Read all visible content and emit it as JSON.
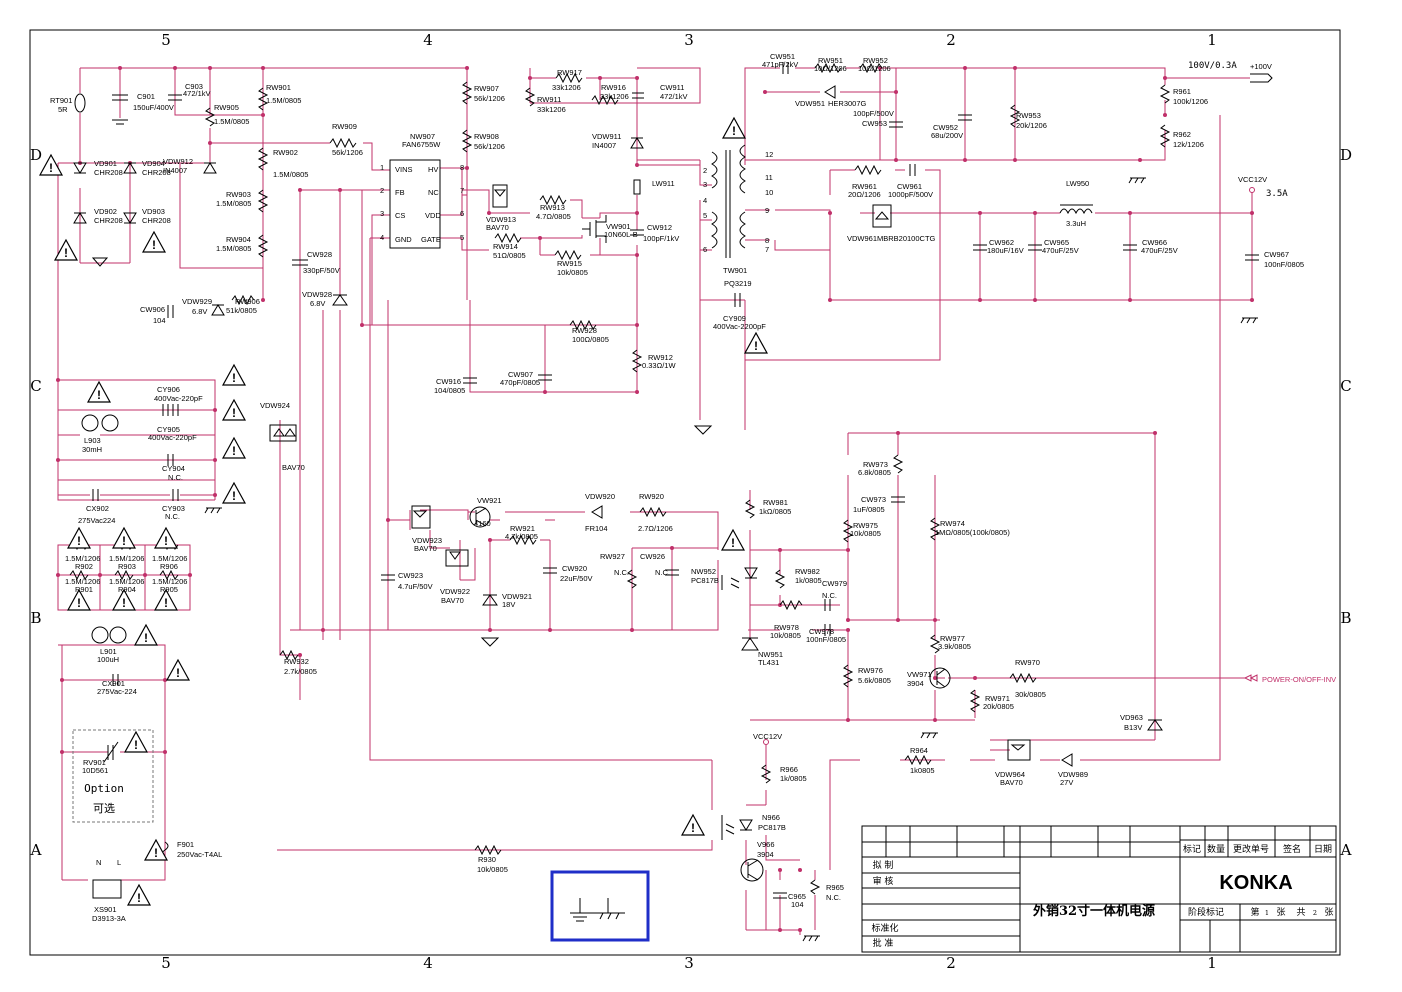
{
  "grid": {
    "columns": [
      "5",
      "4",
      "3",
      "2",
      "1"
    ],
    "rows": [
      "D",
      "C",
      "B",
      "A"
    ]
  },
  "option_box": {
    "text_en": "Option",
    "text_zh": "可选"
  },
  "title_block": {
    "header": [
      "标记",
      "数量",
      "更改单号",
      "签名",
      "日期"
    ],
    "roles": [
      "拟 制",
      "审 核",
      "标准化",
      "批 准"
    ],
    "title": "外销32寸一体机电源",
    "brand": "KONKA",
    "stage_label": "阶段标记",
    "sheet": [
      "第",
      "1",
      "张",
      "共",
      "2",
      "张"
    ]
  },
  "nets": {
    "out_100v": "100V/0.3A",
    "out_100v_tag": "+100V",
    "vcc12v": "VCC12V",
    "vcc12v_current": "3.5A",
    "vcc12v_small": "VCC12V",
    "power_on": "POWER-ON/OFF-INV"
  },
  "labels": [
    {
      "id": "rt901",
      "t": "RT901"
    },
    {
      "id": "rt901v",
      "t": "5R"
    },
    {
      "id": "c901",
      "t": "C901"
    },
    {
      "id": "c901v",
      "t": "150uF/400V"
    },
    {
      "id": "c903",
      "t": "C903"
    },
    {
      "id": "c903v",
      "t": "472/1kV"
    },
    {
      "id": "rw905",
      "t": "RW905"
    },
    {
      "id": "rw905v",
      "t": "1.5M/0805"
    },
    {
      "id": "rw901",
      "t": "RW901"
    },
    {
      "id": "rw901v",
      "t": "1.5M/0805"
    },
    {
      "id": "rw909",
      "t": "RW909"
    },
    {
      "id": "rw909v",
      "t": "56k/1206"
    },
    {
      "id": "nw907",
      "t": "NW907"
    },
    {
      "id": "nw907v",
      "t": "FAN6755W"
    },
    {
      "id": "rw907",
      "t": "RW907"
    },
    {
      "id": "rw907v",
      "t": "56k/1206"
    },
    {
      "id": "rw908",
      "t": "RW908"
    },
    {
      "id": "rw908v",
      "t": "56k/1206"
    },
    {
      "id": "rw917",
      "t": "RW917"
    },
    {
      "id": "rw917v",
      "t": "33k1206"
    },
    {
      "id": "rw911",
      "t": "RW911"
    },
    {
      "id": "rw911v",
      "t": "33k1206"
    },
    {
      "id": "rw916",
      "t": "RW916"
    },
    {
      "id": "rw916v",
      "t": "33k1206"
    },
    {
      "id": "cw911",
      "t": "CW911"
    },
    {
      "id": "cw911v",
      "t": "472/1kV"
    },
    {
      "id": "vdw911",
      "t": "VDW911"
    },
    {
      "id": "vdw911v",
      "t": "IN4007"
    },
    {
      "id": "lw911",
      "t": "LW911"
    },
    {
      "id": "vd901",
      "t": "VD901"
    },
    {
      "id": "vd901v",
      "t": "CHR208"
    },
    {
      "id": "vd904",
      "t": "VD904"
    },
    {
      "id": "vd904v",
      "t": "CHR208"
    },
    {
      "id": "vdw912",
      "t": "VDW912"
    },
    {
      "id": "vdw912v",
      "t": "IN4007"
    },
    {
      "id": "vd902",
      "t": "VD902"
    },
    {
      "id": "vd902v",
      "t": "CHR208"
    },
    {
      "id": "vd903",
      "t": "VD903"
    },
    {
      "id": "vd903v",
      "t": "CHR208"
    },
    {
      "id": "rw902",
      "t": "RW902"
    },
    {
      "id": "rw902v",
      "t": "1.5M/0805"
    },
    {
      "id": "rw903",
      "t": "RW903"
    },
    {
      "id": "rw903v",
      "t": "1.5M/0805"
    },
    {
      "id": "rw904",
      "t": "RW904"
    },
    {
      "id": "rw904v",
      "t": "1.5M/0805"
    },
    {
      "id": "vdw913",
      "t": "VDW913"
    },
    {
      "id": "vdw913v",
      "t": "BAV70"
    },
    {
      "id": "rw913",
      "t": "RW913"
    },
    {
      "id": "rw913v",
      "t": "4.7Ω/0805"
    },
    {
      "id": "vw901",
      "t": "VW901"
    },
    {
      "id": "vw901v",
      "t": "10N60L-B"
    },
    {
      "id": "cw912",
      "t": "CW912"
    },
    {
      "id": "cw912v",
      "t": "100pF/1kV"
    },
    {
      "id": "rw914",
      "t": "RW914"
    },
    {
      "id": "rw914v",
      "t": "51Ω/0805"
    },
    {
      "id": "rw915",
      "t": "RW915"
    },
    {
      "id": "rw915v",
      "t": "10k/0805"
    },
    {
      "id": "cw928",
      "t": "CW928"
    },
    {
      "id": "cw928v",
      "t": "330pF/50V"
    },
    {
      "id": "vdw928",
      "t": "VDW928"
    },
    {
      "id": "vdw928v",
      "t": "6.8V"
    },
    {
      "id": "cw906",
      "t": "CW906"
    },
    {
      "id": "cw906v",
      "t": "104"
    },
    {
      "id": "vdw929",
      "t": "VDW929"
    },
    {
      "id": "vdw929v",
      "t": "6.8V"
    },
    {
      "id": "rw906",
      "t": "RW906"
    },
    {
      "id": "rw906v",
      "t": "51k/0805"
    },
    {
      "id": "rw928",
      "t": "RW928"
    },
    {
      "id": "rw928v",
      "t": "100Ω/0805"
    },
    {
      "id": "rw912",
      "t": "RW912"
    },
    {
      "id": "rw912v",
      "t": "0.33Ω/1W"
    },
    {
      "id": "cw916",
      "t": "CW916"
    },
    {
      "id": "cw916v",
      "t": "104/0805"
    },
    {
      "id": "cw907",
      "t": "CW907"
    },
    {
      "id": "cw907v",
      "t": "470pF/0805"
    },
    {
      "id": "cy906",
      "t": "CY906"
    },
    {
      "id": "cy906v",
      "t": "400Vac-220pF"
    },
    {
      "id": "cy905",
      "t": "CY905"
    },
    {
      "id": "cy905v",
      "t": "400Vac-220pF"
    },
    {
      "id": "l903",
      "t": "L903"
    },
    {
      "id": "l903v",
      "t": "30mH"
    },
    {
      "id": "cy904",
      "t": "CY904"
    },
    {
      "id": "cy904v",
      "t": "N.C."
    },
    {
      "id": "cx902",
      "t": "CX902"
    },
    {
      "id": "cx902v",
      "t": "275Vac224"
    },
    {
      "id": "cy903",
      "t": "CY903"
    },
    {
      "id": "cy903v",
      "t": "N.C."
    },
    {
      "id": "vdw924",
      "t": "VDW924"
    },
    {
      "id": "vdw924v",
      "t": "BAV70"
    },
    {
      "id": "r902a",
      "t": "1.5M/1206"
    },
    {
      "id": "r902",
      "t": "R902"
    },
    {
      "id": "r903a",
      "t": "1.5M/1206"
    },
    {
      "id": "r903",
      "t": "R903"
    },
    {
      "id": "r906a",
      "t": "1.5M/1206"
    },
    {
      "id": "r906",
      "t": "R906"
    },
    {
      "id": "r901a",
      "t": "1.5M/1206"
    },
    {
      "id": "r901",
      "t": "R901"
    },
    {
      "id": "r904a",
      "t": "1.5M/1206"
    },
    {
      "id": "r904",
      "t": "R904"
    },
    {
      "id": "r905a",
      "t": "1.5M/1206"
    },
    {
      "id": "r905",
      "t": "R905"
    },
    {
      "id": "l901",
      "t": "L901"
    },
    {
      "id": "l901v",
      "t": "100uH"
    },
    {
      "id": "cx901",
      "t": "CX901"
    },
    {
      "id": "cx901v",
      "t": "275Vac-224"
    },
    {
      "id": "rv901",
      "t": "RV901"
    },
    {
      "id": "rv901v",
      "t": "10D561"
    },
    {
      "id": "f901",
      "t": "F901"
    },
    {
      "id": "f901v",
      "t": "250Vac-T4AL"
    },
    {
      "id": "xs901",
      "t": "XS901"
    },
    {
      "id": "xs901v",
      "t": "D3913-3A"
    },
    {
      "id": "xsn",
      "t": "N"
    },
    {
      "id": "xsl",
      "t": "L"
    },
    {
      "id": "vw921",
      "t": "VW921"
    },
    {
      "id": "vw921v",
      "t": "4160"
    },
    {
      "id": "rw921",
      "t": "RW921"
    },
    {
      "id": "rw921v",
      "t": "4.7k/0805"
    },
    {
      "id": "vdw923",
      "t": "VDW923"
    },
    {
      "id": "vdw923v",
      "t": "BAV70"
    },
    {
      "id": "vdw922",
      "t": "VDW922"
    },
    {
      "id": "vdw922v",
      "t": "BAV70"
    },
    {
      "id": "vdw921",
      "t": "VDW921"
    },
    {
      "id": "vdw921v",
      "t": "18V"
    },
    {
      "id": "cw923",
      "t": "CW923"
    },
    {
      "id": "cw923v",
      "t": "4.7uF/50V"
    },
    {
      "id": "cw920",
      "t": "CW920"
    },
    {
      "id": "cw920v",
      "t": "22uF/50V"
    },
    {
      "id": "vdw920",
      "t": "VDW920"
    },
    {
      "id": "vdw920v",
      "t": "FR104"
    },
    {
      "id": "rw920",
      "t": "RW920"
    },
    {
      "id": "rw920v",
      "t": "2.7Ω/1206"
    },
    {
      "id": "rw927",
      "t": "RW927"
    },
    {
      "id": "rw927v",
      "t": "N.C."
    },
    {
      "id": "cw926",
      "t": "CW926"
    },
    {
      "id": "cw926v",
      "t": "N.C."
    },
    {
      "id": "nw952",
      "t": "NW952"
    },
    {
      "id": "nw952v",
      "t": "PC817B"
    },
    {
      "id": "rw932",
      "t": "RW932"
    },
    {
      "id": "rw932v",
      "t": "2.7k/0805"
    },
    {
      "id": "r930",
      "t": "R930"
    },
    {
      "id": "r930v",
      "t": "10k/0805"
    },
    {
      "id": "cy909",
      "t": "CY909"
    },
    {
      "id": "cy909v",
      "t": "400Vac-2200pF"
    },
    {
      "id": "tw901",
      "t": "TW901"
    },
    {
      "id": "tw901v",
      "t": "PQ3219"
    },
    {
      "id": "cw951",
      "t": "CW951"
    },
    {
      "id": "cw951v",
      "t": "471pF/2kV"
    },
    {
      "id": "rw951",
      "t": "RW951"
    },
    {
      "id": "rw951v",
      "t": "10Ω/1206"
    },
    {
      "id": "rw952",
      "t": "RW952"
    },
    {
      "id": "rw952v",
      "t": "10Ω/1206"
    },
    {
      "id": "vdw951",
      "t": "VDW951"
    },
    {
      "id": "vdw951v",
      "t": "HER3007G"
    },
    {
      "id": "cw953v",
      "t": "100pF/500V"
    },
    {
      "id": "cw953",
      "t": "CW953"
    },
    {
      "id": "cw952",
      "t": "CW952"
    },
    {
      "id": "cw952v",
      "t": "68u/200V"
    },
    {
      "id": "rw953",
      "t": "RW953"
    },
    {
      "id": "rw953v",
      "t": "20k/1206"
    },
    {
      "id": "r961",
      "t": "R961"
    },
    {
      "id": "r961v",
      "t": "100k/1206"
    },
    {
      "id": "r962",
      "t": "R962"
    },
    {
      "id": "r962v",
      "t": "12k/1206"
    },
    {
      "id": "rw961",
      "t": "RW961"
    },
    {
      "id": "rw961v",
      "t": "20Ω/1206"
    },
    {
      "id": "cw961",
      "t": "CW961"
    },
    {
      "id": "cw961v",
      "t": "1000pF/500V"
    },
    {
      "id": "vdw961",
      "t": "VDW961"
    },
    {
      "id": "vdw961v",
      "t": "MBRB20100CTG"
    },
    {
      "id": "lw950",
      "t": "LW950"
    },
    {
      "id": "lw950v",
      "t": "3.3uH"
    },
    {
      "id": "cw962",
      "t": "CW962"
    },
    {
      "id": "cw962v",
      "t": "180uF/16V"
    },
    {
      "id": "cw965",
      "t": "CW965"
    },
    {
      "id": "cw965v",
      "t": "470uF/25V"
    },
    {
      "id": "cw966",
      "t": "CW966"
    },
    {
      "id": "cw966v",
      "t": "470uF/25V"
    },
    {
      "id": "cw967",
      "t": "CW967"
    },
    {
      "id": "cw967v",
      "t": "100nF/0805"
    },
    {
      "id": "rw973",
      "t": "RW973"
    },
    {
      "id": "rw973v",
      "t": "6.8k/0805"
    },
    {
      "id": "cw973",
      "t": "CW973"
    },
    {
      "id": "cw973v",
      "t": "1uF/0805"
    },
    {
      "id": "rw975",
      "t": "RW975"
    },
    {
      "id": "rw975v",
      "t": "10k/0805"
    },
    {
      "id": "rw974",
      "t": "RW974"
    },
    {
      "id": "rw974v",
      "t": "1MΩ/0805(100k/0805)"
    },
    {
      "id": "rw981",
      "t": "RW981"
    },
    {
      "id": "rw981v",
      "t": "1kΩ/0805"
    },
    {
      "id": "rw982",
      "t": "RW982"
    },
    {
      "id": "rw982v",
      "t": "1k/0805"
    },
    {
      "id": "cw979",
      "t": "CW979"
    },
    {
      "id": "cw979v",
      "t": "N.C."
    },
    {
      "id": "rw978",
      "t": "RW978"
    },
    {
      "id": "rw978v",
      "t": "10k/0805"
    },
    {
      "id": "cw978",
      "t": "CW978"
    },
    {
      "id": "cw978v",
      "t": "100nF/0805"
    },
    {
      "id": "nw951",
      "t": "NW951"
    },
    {
      "id": "nw951v",
      "t": "TL431"
    },
    {
      "id": "rw977",
      "t": "RW977"
    },
    {
      "id": "rw977v",
      "t": "3.9k/0805"
    },
    {
      "id": "rw976",
      "t": "RW976"
    },
    {
      "id": "rw976v",
      "t": "5.6k/0805"
    },
    {
      "id": "vw971",
      "t": "VW971"
    },
    {
      "id": "vw971v",
      "t": "3904"
    },
    {
      "id": "rw970",
      "t": "RW970"
    },
    {
      "id": "rw970v",
      "t": "30k/0805"
    },
    {
      "id": "rw971",
      "t": "RW971"
    },
    {
      "id": "rw971v",
      "t": "20k/0805"
    },
    {
      "id": "vd963",
      "t": "VD963"
    },
    {
      "id": "vd963v",
      "t": "B13V"
    },
    {
      "id": "r966",
      "t": "R966"
    },
    {
      "id": "r966v",
      "t": "1k/0805"
    },
    {
      "id": "r964",
      "t": "R964"
    },
    {
      "id": "r964v",
      "t": "1k0805"
    },
    {
      "id": "vdw964",
      "t": "VDW964"
    },
    {
      "id": "vdw964v",
      "t": "BAV70"
    },
    {
      "id": "vdw989",
      "t": "VDW989"
    },
    {
      "id": "vdw989v",
      "t": "27V"
    },
    {
      "id": "n966",
      "t": "N966"
    },
    {
      "id": "n966v",
      "t": "PC817B"
    },
    {
      "id": "v966",
      "t": "V966"
    },
    {
      "id": "v966v",
      "t": "3904"
    },
    {
      "id": "c965",
      "t": "C965"
    },
    {
      "id": "c965v",
      "t": "104"
    },
    {
      "id": "r965",
      "t": "R965"
    },
    {
      "id": "r965v",
      "t": "N.C."
    },
    {
      "id": "p_vins",
      "t": "VINS"
    },
    {
      "id": "p_hv",
      "t": "HV"
    },
    {
      "id": "p_fb",
      "t": "FB"
    },
    {
      "id": "p_nc",
      "t": "NC"
    },
    {
      "id": "p_cs",
      "t": "CS"
    },
    {
      "id": "p_vdd",
      "t": "VDD"
    },
    {
      "id": "p_gnd",
      "t": "GND"
    },
    {
      "id": "p_gate",
      "t": "GATE"
    },
    {
      "id": "n1",
      "t": "1"
    },
    {
      "id": "n2",
      "t": "2"
    },
    {
      "id": "n3",
      "t": "3"
    },
    {
      "id": "n4",
      "t": "4"
    },
    {
      "id": "n5",
      "t": "5"
    },
    {
      "id": "n6",
      "t": "6"
    },
    {
      "id": "n7",
      "t": "7"
    },
    {
      "id": "n8",
      "t": "8"
    },
    {
      "id": "t12",
      "t": "12"
    },
    {
      "id": "t11",
      "t": "11"
    },
    {
      "id": "t10",
      "t": "10"
    },
    {
      "id": "t9",
      "t": "9"
    },
    {
      "id": "t8",
      "t": "8"
    },
    {
      "id": "t7",
      "t": "7"
    },
    {
      "id": "t2",
      "t": "2"
    },
    {
      "id": "t3",
      "t": "3"
    },
    {
      "id": "t4",
      "t": "4"
    },
    {
      "id": "t5",
      "t": "5"
    },
    {
      "id": "t6",
      "t": "6"
    }
  ]
}
